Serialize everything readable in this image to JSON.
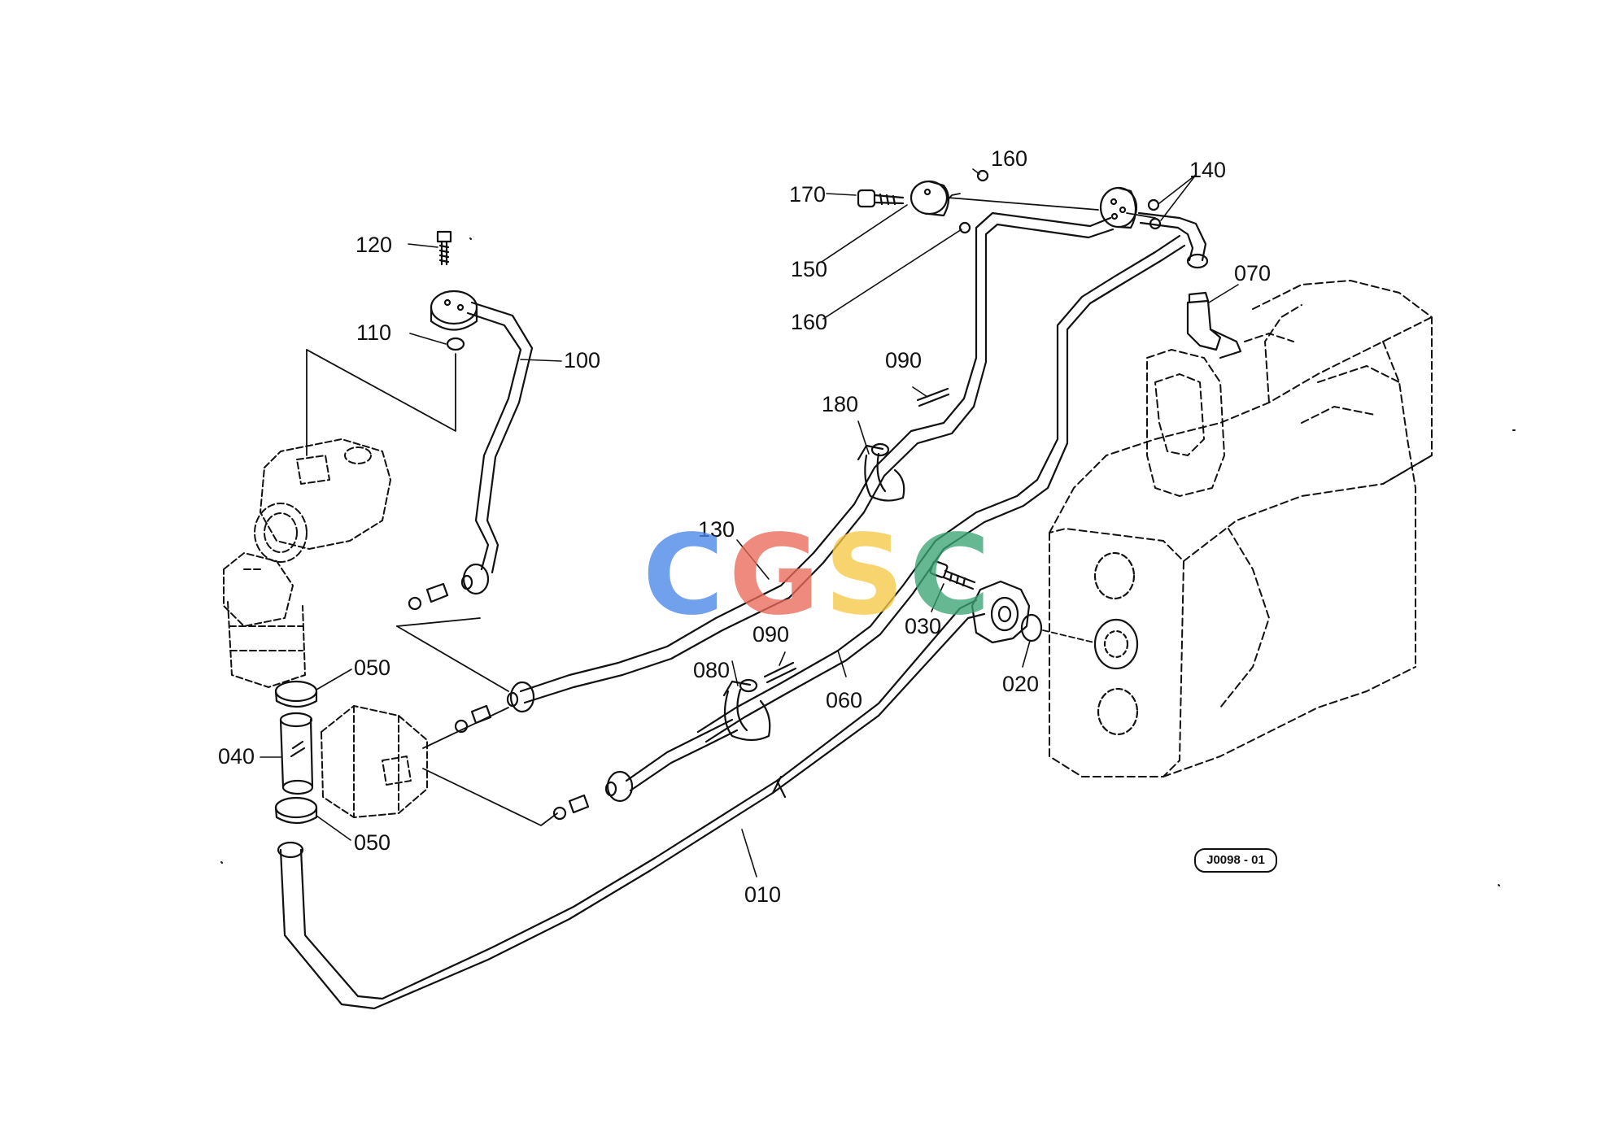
{
  "parts": [
    {
      "id": "p010",
      "label": "010"
    },
    {
      "id": "p020",
      "label": "020"
    },
    {
      "id": "p030",
      "label": "030"
    },
    {
      "id": "p040",
      "label": "040"
    },
    {
      "id": "p050a",
      "label": "050"
    },
    {
      "id": "p050b",
      "label": "050"
    },
    {
      "id": "p060",
      "label": "060"
    },
    {
      "id": "p070",
      "label": "070"
    },
    {
      "id": "p080",
      "label": "080"
    },
    {
      "id": "p090a",
      "label": "090"
    },
    {
      "id": "p090b",
      "label": "090"
    },
    {
      "id": "p100",
      "label": "100"
    },
    {
      "id": "p110",
      "label": "110"
    },
    {
      "id": "p120",
      "label": "120"
    },
    {
      "id": "p130",
      "label": "130"
    },
    {
      "id": "p140",
      "label": "140"
    },
    {
      "id": "p150",
      "label": "150"
    },
    {
      "id": "p160a",
      "label": "160"
    },
    {
      "id": "p160b",
      "label": "160"
    },
    {
      "id": "p170",
      "label": "170"
    },
    {
      "id": "p180",
      "label": "180"
    }
  ],
  "reference_code": "J0098 - 01",
  "watermark": {
    "letters": [
      "C",
      "G",
      "S",
      "C"
    ],
    "colors": [
      "#4a86e8",
      "#ea6a5a",
      "#f6c945",
      "#3aa573"
    ]
  }
}
